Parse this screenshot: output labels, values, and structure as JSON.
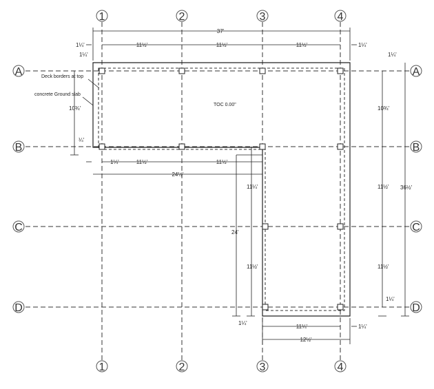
{
  "grid": {
    "columns": [
      "1",
      "2",
      "3",
      "4"
    ],
    "rows": [
      "A",
      "B",
      "C",
      "D"
    ]
  },
  "notes": {
    "deck": "Deck borders at top",
    "slab": "concrete Ground slab",
    "toc": "TOC 0.00\""
  },
  "dims": {
    "overall_width": "37'",
    "top_left_edge": "1¼'",
    "top_bay_1": "11½'",
    "top_bay_2": "11½'",
    "top_bay_3": "11½'",
    "top_right_edge": "1¼'",
    "top_offset": "1¼'",
    "left_ab": "10¾'",
    "left_b_edge": "¼'",
    "mid_left_edge": "1¼'",
    "mid_bay_1": "11½'",
    "mid_bay_2": "11½'",
    "mid_width": "24½'",
    "wing_bc": "11¼'",
    "wing_cd": "11½'",
    "wing_height": "24'",
    "wing_bottom_edge": "1¼'",
    "right_top_edge": "1¼'",
    "right_ab": "10¾'",
    "right_bc": "11½'",
    "right_cd": "11½'",
    "right_d_edge": "1¼'",
    "overall_height": "36½'",
    "bottom_bay": "11¼'",
    "bottom_right_edge": "1¼'",
    "bottom_width": "12½'"
  }
}
